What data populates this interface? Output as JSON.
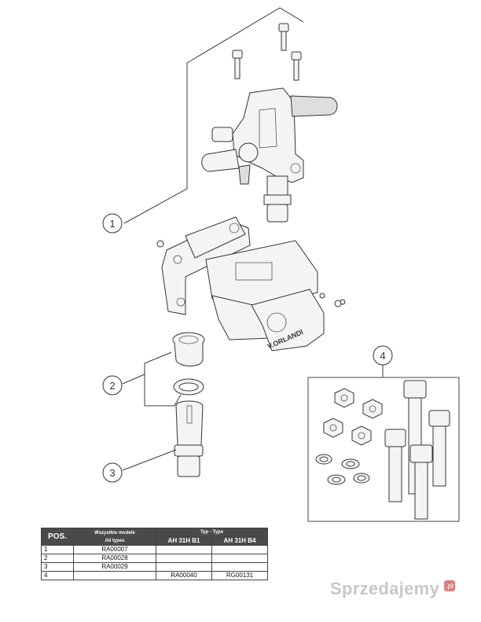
{
  "callouts": [
    "1",
    "2",
    "3",
    "4"
  ],
  "brand_label": "V.ORLANDI",
  "table": {
    "pos_header": "POS.",
    "models_header": "Wszystkie modele",
    "models_header_sub": "All types",
    "type_header": "Typ - Type",
    "col_b1": "AH 31H B1",
    "col_b4": "AH 31H B4",
    "rows": [
      {
        "pos": "1",
        "all": "RA00007",
        "b1": "",
        "b4": ""
      },
      {
        "pos": "2",
        "all": "RA00028",
        "b1": "",
        "b4": ""
      },
      {
        "pos": "3",
        "all": "RA00029",
        "b1": "",
        "b4": ""
      },
      {
        "pos": "4",
        "all": "",
        "b1": "RA00040",
        "b4": "RG00131"
      }
    ]
  },
  "watermark": "Sprzedajemy",
  "watermark_suffix": ".pl"
}
